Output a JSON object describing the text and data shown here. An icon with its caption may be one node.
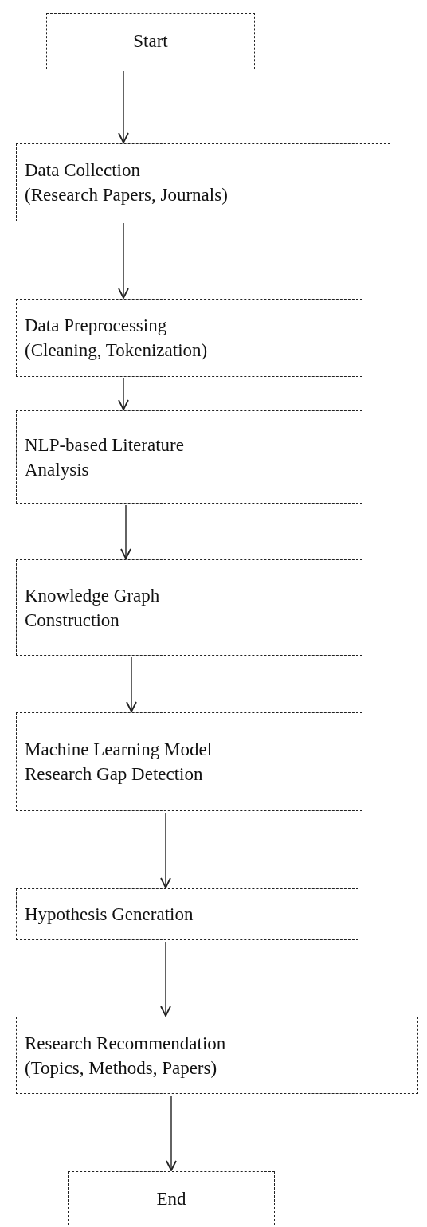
{
  "diagram": {
    "nodes": [
      {
        "text": [
          "Start"
        ]
      },
      {
        "text": [
          "Data Collection",
          "(Research Papers, Journals)"
        ]
      },
      {
        "text": [
          "Data Preprocessing",
          "(Cleaning, Tokenization)"
        ]
      },
      {
        "text": [
          "NLP-based Literature Analysis"
        ]
      },
      {
        "text": [
          "Knowledge Graph Construction"
        ]
      },
      {
        "text": [
          "Machine Learning Model",
          "Research Gap Detection"
        ]
      },
      {
        "text": [
          "Hypothesis Generation"
        ]
      },
      {
        "text": [
          "Research Recommendation",
          "(Topics, Methods, Papers)"
        ]
      },
      {
        "text": [
          "End"
        ]
      }
    ],
    "edges": [
      {
        "from": 0,
        "to": 1,
        "arrow": "to"
      },
      {
        "from": 1,
        "to": 2,
        "arrow": "to"
      },
      {
        "from": 2,
        "to": 3,
        "arrow": "to"
      },
      {
        "from": 3,
        "to": 4,
        "arrow": "to"
      },
      {
        "from": 4,
        "to": 5,
        "arrow": "to"
      },
      {
        "from": 5,
        "to": 6,
        "arrow": "to"
      },
      {
        "from": 6,
        "to": 7,
        "arrow": "to"
      },
      {
        "from": 7,
        "to": 8,
        "arrow": "to"
      }
    ]
  }
}
